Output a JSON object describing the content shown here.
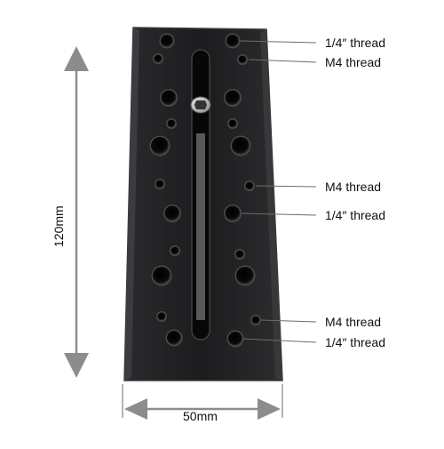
{
  "product": {
    "description": "cheese plate"
  },
  "dimensions": {
    "height_label": "120mm",
    "width_label": "50mm"
  },
  "callouts": [
    {
      "label": "1/4″ thread"
    },
    {
      "label": "M4 thread"
    },
    {
      "label": "M4 thread"
    },
    {
      "label": "1/4″ thread"
    },
    {
      "label": "M4 thread"
    },
    {
      "label": "1/4″ thread"
    }
  ],
  "colors": {
    "plate": "#1b1b1d",
    "plate_edge": "#3a3a3d",
    "hole": "#050505",
    "arrow": "#8c8c8c",
    "leader": "#6c6c6c",
    "screw": "#c8c8c8"
  }
}
